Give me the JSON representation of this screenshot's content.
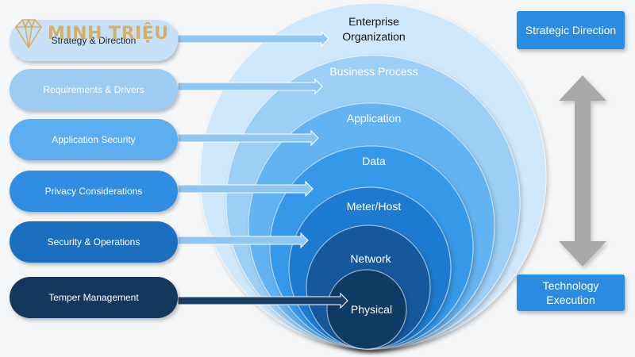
{
  "logo": {
    "text": "MINH TRIỆU",
    "icon": "diamond-logo-icon"
  },
  "pills": [
    {
      "label": "Strategy & Direction",
      "fill": "#c7e2f8",
      "text_color": "#1a2530"
    },
    {
      "label": "Requirements & Drivers",
      "fill": "#9cccf2",
      "text_color": "#ffffff"
    },
    {
      "label": "Application Security",
      "fill": "#5daef0",
      "text_color": "#ffffff"
    },
    {
      "label": "Privacy Considerations",
      "fill": "#2f8ee4",
      "text_color": "#ffffff"
    },
    {
      "label": "Security & Operations",
      "fill": "#1c6fc0",
      "text_color": "#ffffff"
    },
    {
      "label": "Temper Management",
      "fill": "#15375c",
      "text_color": "#ffffff"
    }
  ],
  "layers": [
    {
      "label": "Enterprise\nOrganization",
      "fill": "#cfe8fb",
      "text_color": "#111111"
    },
    {
      "label": "Business Process",
      "fill": "#9ccff5",
      "text_color": "#ffffff"
    },
    {
      "label": "Application",
      "fill": "#62b3f2",
      "text_color": "#ffffff"
    },
    {
      "label": "Data",
      "fill": "#3598e8",
      "text_color": "#ffffff"
    },
    {
      "label": "Meter/Host",
      "fill": "#1f7ad0",
      "text_color": "#ffffff"
    },
    {
      "label": "Network",
      "fill": "#15599d",
      "text_color": "#ffffff"
    },
    {
      "label": "Physical",
      "fill": "#0f3a63",
      "text_color": "#ffffff"
    }
  ],
  "right_panel": {
    "top_label": "Strategic Direction",
    "bottom_label": "Technology\nExecution",
    "box_color": "#2a8be3",
    "arrow_color": "#a9a9a9",
    "arrow_icon": "double-headed-vertical-arrow-icon"
  },
  "arrow_color": "#8fc6f2"
}
